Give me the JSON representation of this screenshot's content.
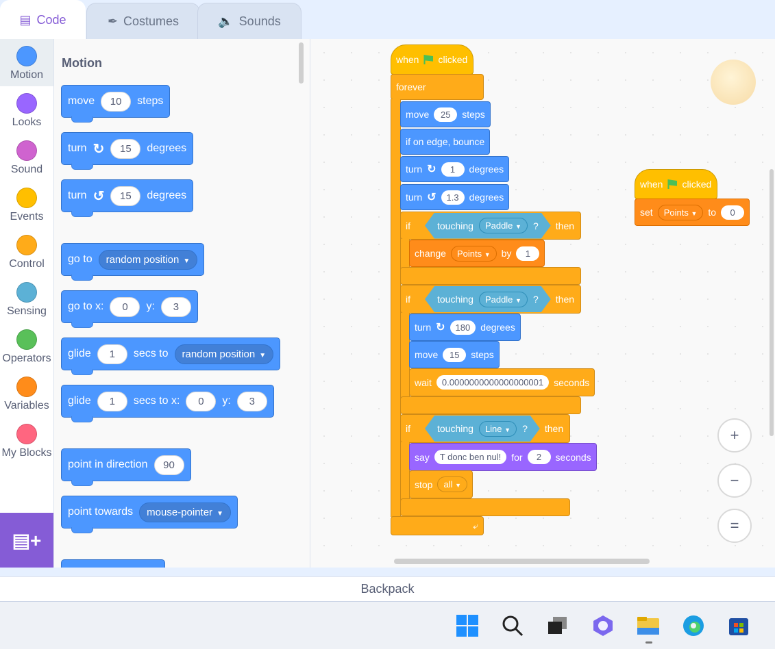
{
  "tabs": [
    {
      "label": "Code",
      "icon": "code-icon"
    },
    {
      "label": "Costumes",
      "icon": "brush-icon"
    },
    {
      "label": "Sounds",
      "icon": "speaker-icon"
    }
  ],
  "categories": [
    {
      "label": "Motion",
      "color": "#4c97ff"
    },
    {
      "label": "Looks",
      "color": "#9966ff"
    },
    {
      "label": "Sound",
      "color": "#cf63cf"
    },
    {
      "label": "Events",
      "color": "#ffbf00"
    },
    {
      "label": "Control",
      "color": "#ffab19"
    },
    {
      "label": "Sensing",
      "color": "#5cb1d6"
    },
    {
      "label": "Operators",
      "color": "#59c059"
    },
    {
      "label": "Variables",
      "color": "#ff8c1a"
    },
    {
      "label": "My Blocks",
      "color": "#ff6680"
    }
  ],
  "palette": {
    "title": "Motion",
    "move": {
      "label": "move",
      "value": "10",
      "suffix": "steps"
    },
    "turn_cw": {
      "label": "turn",
      "value": "15",
      "suffix": "degrees"
    },
    "turn_ccw": {
      "label": "turn",
      "value": "15",
      "suffix": "degrees"
    },
    "goto": {
      "label": "go to",
      "dropdown": "random position"
    },
    "goto_xy": {
      "label": "go to x:",
      "x": "0",
      "ylabel": "y:",
      "y": "3"
    },
    "glide": {
      "label": "glide",
      "value": "1",
      "mid": "secs to",
      "dropdown": "random position"
    },
    "glide_xy": {
      "label": "glide",
      "value": "1",
      "mid": "secs to x:",
      "x": "0",
      "ylabel": "y:",
      "y": "3"
    },
    "point_dir": {
      "label": "point in direction",
      "value": "90"
    },
    "point_towards": {
      "label": "point towards",
      "dropdown": "mouse-pointer"
    }
  },
  "script1": {
    "when": "when",
    "clicked": "clicked",
    "forever": "forever",
    "move": {
      "label": "move",
      "value": "25",
      "suffix": "steps"
    },
    "bounce": "if on edge, bounce",
    "turn1": {
      "label": "turn",
      "value": "1",
      "suffix": "degrees"
    },
    "turn2": {
      "label": "turn",
      "value": "1.3",
      "suffix": "degrees"
    },
    "if1": {
      "if": "if",
      "touching": "touching",
      "target": "Paddle",
      "q": "?",
      "then": "then"
    },
    "change": {
      "label": "change",
      "var": "Points",
      "by": "by",
      "value": "1"
    },
    "if2": {
      "if": "if",
      "touching": "touching",
      "target": "Paddle",
      "q": "?",
      "then": "then"
    },
    "turn3": {
      "label": "turn",
      "value": "180",
      "suffix": "degrees"
    },
    "move2": {
      "label": "move",
      "value": "15",
      "suffix": "steps"
    },
    "wait": {
      "label": "wait",
      "value": "0.0000000000000000001",
      "suffix": "seconds"
    },
    "if3": {
      "if": "if",
      "touching": "touching",
      "target": "Line",
      "q": "?",
      "then": "then"
    },
    "say": {
      "label": "say",
      "text": "T donc ben nul!",
      "for": "for",
      "value": "2",
      "suffix": "seconds"
    },
    "stop": {
      "label": "stop",
      "option": "all"
    }
  },
  "script2": {
    "when": "when",
    "clicked": "clicked",
    "set": {
      "label": "set",
      "var": "Points",
      "to": "to",
      "value": "0"
    }
  },
  "zoom": {
    "in": "+",
    "out": "−",
    "reset": "="
  },
  "backpack": "Backpack",
  "taskbar": [
    "windows-start-icon",
    "search-icon",
    "task-view-icon",
    "copilot-icon",
    "file-explorer-icon",
    "edge-icon",
    "store-icon"
  ]
}
